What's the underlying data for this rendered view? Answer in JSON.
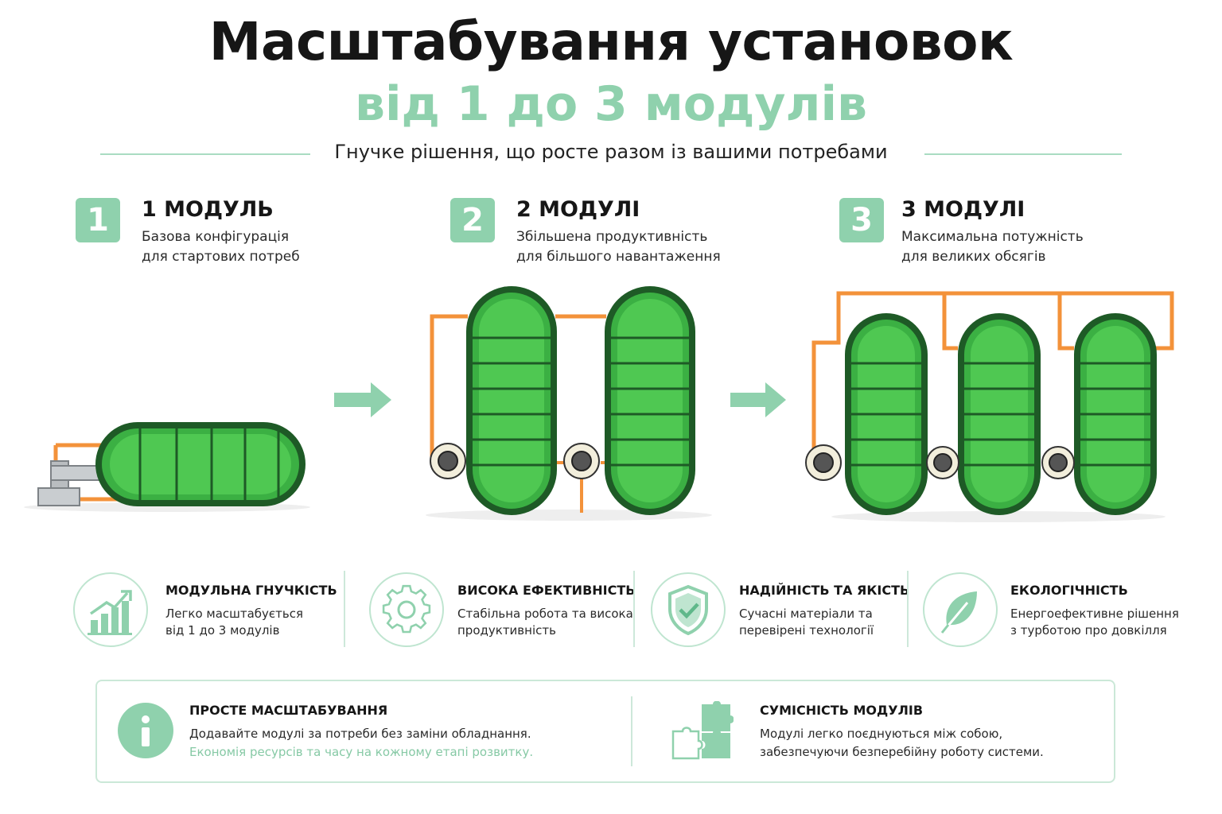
{
  "header": {
    "title": "Масштабування установок",
    "title_accent": "від 1 до 3 модулів",
    "subtitle": "Гнучке рішення, що росте разом із вашими потребами"
  },
  "steps": [
    {
      "number": "1",
      "title": "1 МОДУЛЬ",
      "desc_line1": "Базова конфігурація",
      "desc_line2": "для стартових потреб"
    },
    {
      "number": "2",
      "title": "2 МОДУЛІ",
      "desc_line1": "Збільшена продуктивність",
      "desc_line2": "для більшого навантаження"
    },
    {
      "number": "3",
      "title": "3 МОДУЛІ",
      "desc_line1": "Максимальна потужність",
      "desc_line2": "для великих обсягів"
    }
  ],
  "features": [
    {
      "icon": "chart-growth-icon",
      "title": "МОДУЛЬНА ГНУЧКІСТЬ",
      "line1": "Легко масштабується",
      "line2": "від 1 до 3 модулів"
    },
    {
      "icon": "gear-icon",
      "title": "ВИСОКА ЕФЕКТИВНІСТЬ",
      "line1": "Стабільна робота та висока",
      "line2": "продуктивність"
    },
    {
      "icon": "shield-check-icon",
      "title": "НАДІЙНІСТЬ ТА ЯКІСТЬ",
      "line1": "Сучасні матеріали та",
      "line2": "перевірені технології"
    },
    {
      "icon": "leaf-icon",
      "title": "ЕКОЛОГІЧНІСТЬ",
      "line1": "Енергоефективне рішення",
      "line2": "з турботою про довкілля"
    }
  ],
  "panel": {
    "left": {
      "icon": "info-icon",
      "title": "ПРОСТЕ МАСШТАБУВАННЯ",
      "line1": "Додавайте модулі за потреби без заміни обладнання.",
      "line2": "Економія ресурсів та часу на кожному етапі розвитку."
    },
    "right": {
      "icon": "puzzle-icon",
      "title": "СУМІСНІСТЬ МОДУЛІВ",
      "line1": "Модулі легко поєднуються між собою,",
      "line2": "забезпечуючи безперебійну роботу системи."
    }
  },
  "colors": {
    "accent": "#8fd1ad",
    "tank_green": "#4cc44f",
    "tank_outline": "#1e5a26",
    "pipe": "#f3923a"
  }
}
